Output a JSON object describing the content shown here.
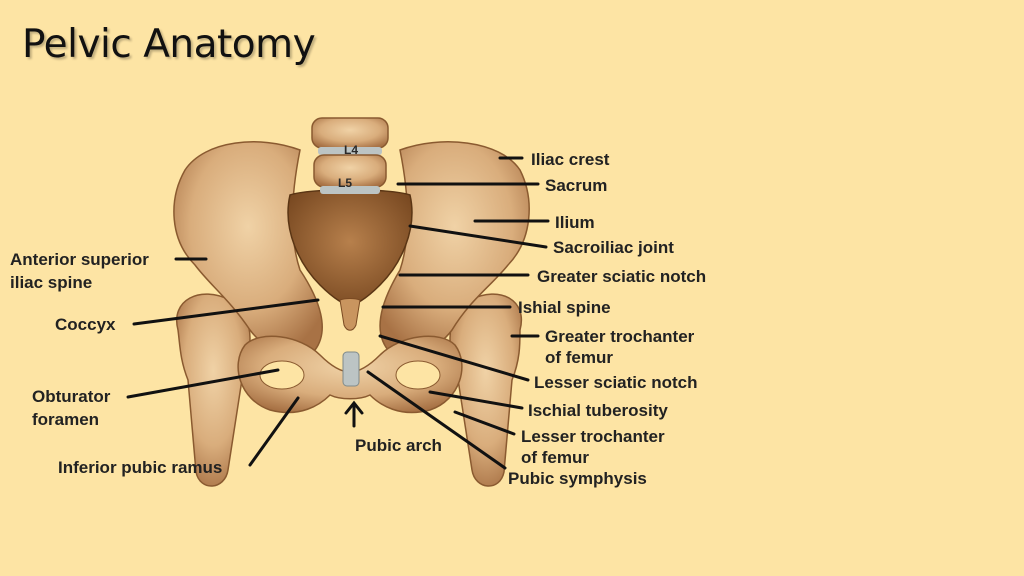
{
  "slide": {
    "title": "Pelvic Anatomy"
  },
  "vertebrae": [
    "L4",
    "L5"
  ],
  "labels": {
    "iliac_crest": "Iliac crest",
    "sacrum": "Sacrum",
    "ilium": "Ilium",
    "sacroiliac_joint": "Sacroiliac joint",
    "greater_sciatic_notch": "Greater sciatic notch",
    "ishial_spine": "Ishial spine",
    "greater_trochanter": [
      "Greater trochanter",
      "of femur"
    ],
    "lesser_sciatic_notch": "Lesser sciatic notch",
    "ischial_tuberosity": "Ischial tuberosity",
    "lesser_trochanter": [
      "Lesser trochanter",
      "of femur"
    ],
    "pubic_symphysis": "Pubic symphysis",
    "pubic_arch": "Pubic arch",
    "anterior_superior_iliac_spine": [
      "Anterior superior",
      "iliac spine"
    ],
    "coccyx": "Coccyx",
    "obturator_foramen": [
      "Obturator",
      "foramen"
    ],
    "inferior_pubic_ramus": "Inferior pubic ramus"
  },
  "colors": {
    "background": "#fde4a4",
    "bone": "#d9ad7c",
    "bone_shadow": "#8a5a30",
    "cartilage": "#bcc4c4"
  }
}
